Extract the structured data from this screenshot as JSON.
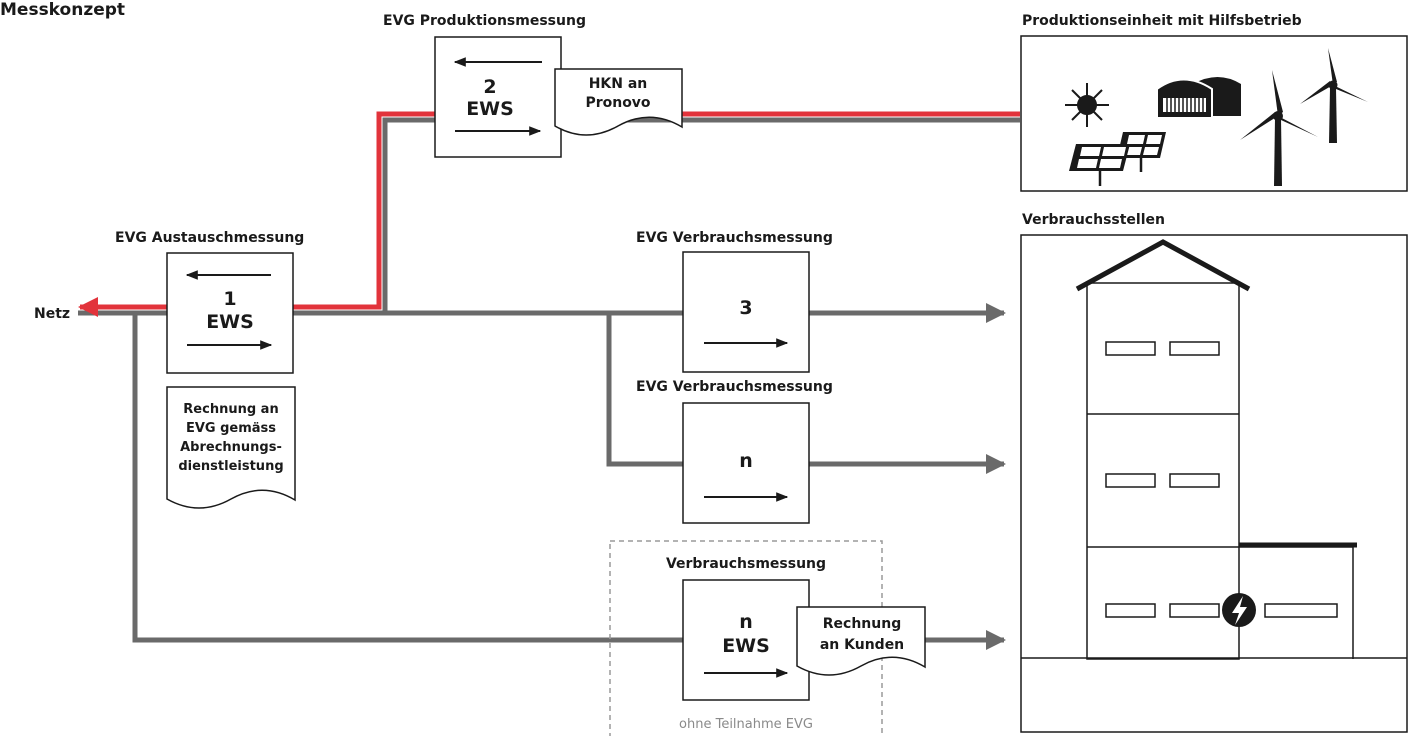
{
  "title": "Messkonzept",
  "netz_label": "Netz",
  "colors": {
    "red": "#e2333b",
    "gray": "#6a6a6a",
    "dark": "#1a1a1a",
    "dashed": "#9a9a9a"
  },
  "production": {
    "title": "EVG Produktionsmessung",
    "meter_number": "2",
    "meter_type": "EWS",
    "note_line1": "HKN an",
    "note_line2": "Pronovo"
  },
  "production_unit": {
    "title": "Produktionseinheit mit Hilfsbetrieb",
    "icons": [
      "sun-icon",
      "solar-panel-icon",
      "biogas-plant-icon",
      "wind-turbine-icon"
    ]
  },
  "exchange": {
    "title": "EVG Austauschmessung",
    "meter_number": "1",
    "meter_type": "EWS",
    "note_lines": [
      "Rechnung an",
      "EVG gemäss",
      "Abrechnungs-",
      "dienstleistung"
    ]
  },
  "consumption_3": {
    "title": "EVG Verbrauchsmessung",
    "meter_number": "3"
  },
  "consumption_n": {
    "title": "EVG Verbrauchsmessung",
    "meter_number": "n"
  },
  "external": {
    "title": "Verbrauchsmessung",
    "meter_number": "n",
    "meter_type": "EWS",
    "note_line1": "Rechnung",
    "note_line2": "an Kunden",
    "footer": "ohne Teilnahme EVG"
  },
  "consumers": {
    "title": "Verbrauchsstellen",
    "icons": [
      "house-icon",
      "lightning-icon"
    ]
  }
}
